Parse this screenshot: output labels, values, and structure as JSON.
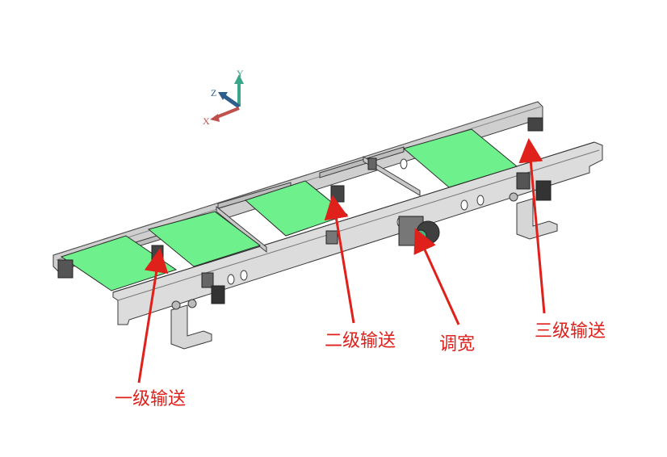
{
  "labels": {
    "stage1": "一级输送",
    "stage2": "二级输送",
    "width_adjust": "调宽",
    "stage3": "三级输送"
  },
  "axes": {
    "x": "X",
    "y": "Y",
    "z": "Z"
  },
  "colors": {
    "annotation": "#e0201a",
    "belt": "#6ef08c",
    "frame": "#d9d9d9",
    "frame_edge": "#3a3a3a",
    "axis_x": "#c0504d",
    "axis_y": "#3aa68a",
    "axis_z": "#2e5e8c"
  }
}
